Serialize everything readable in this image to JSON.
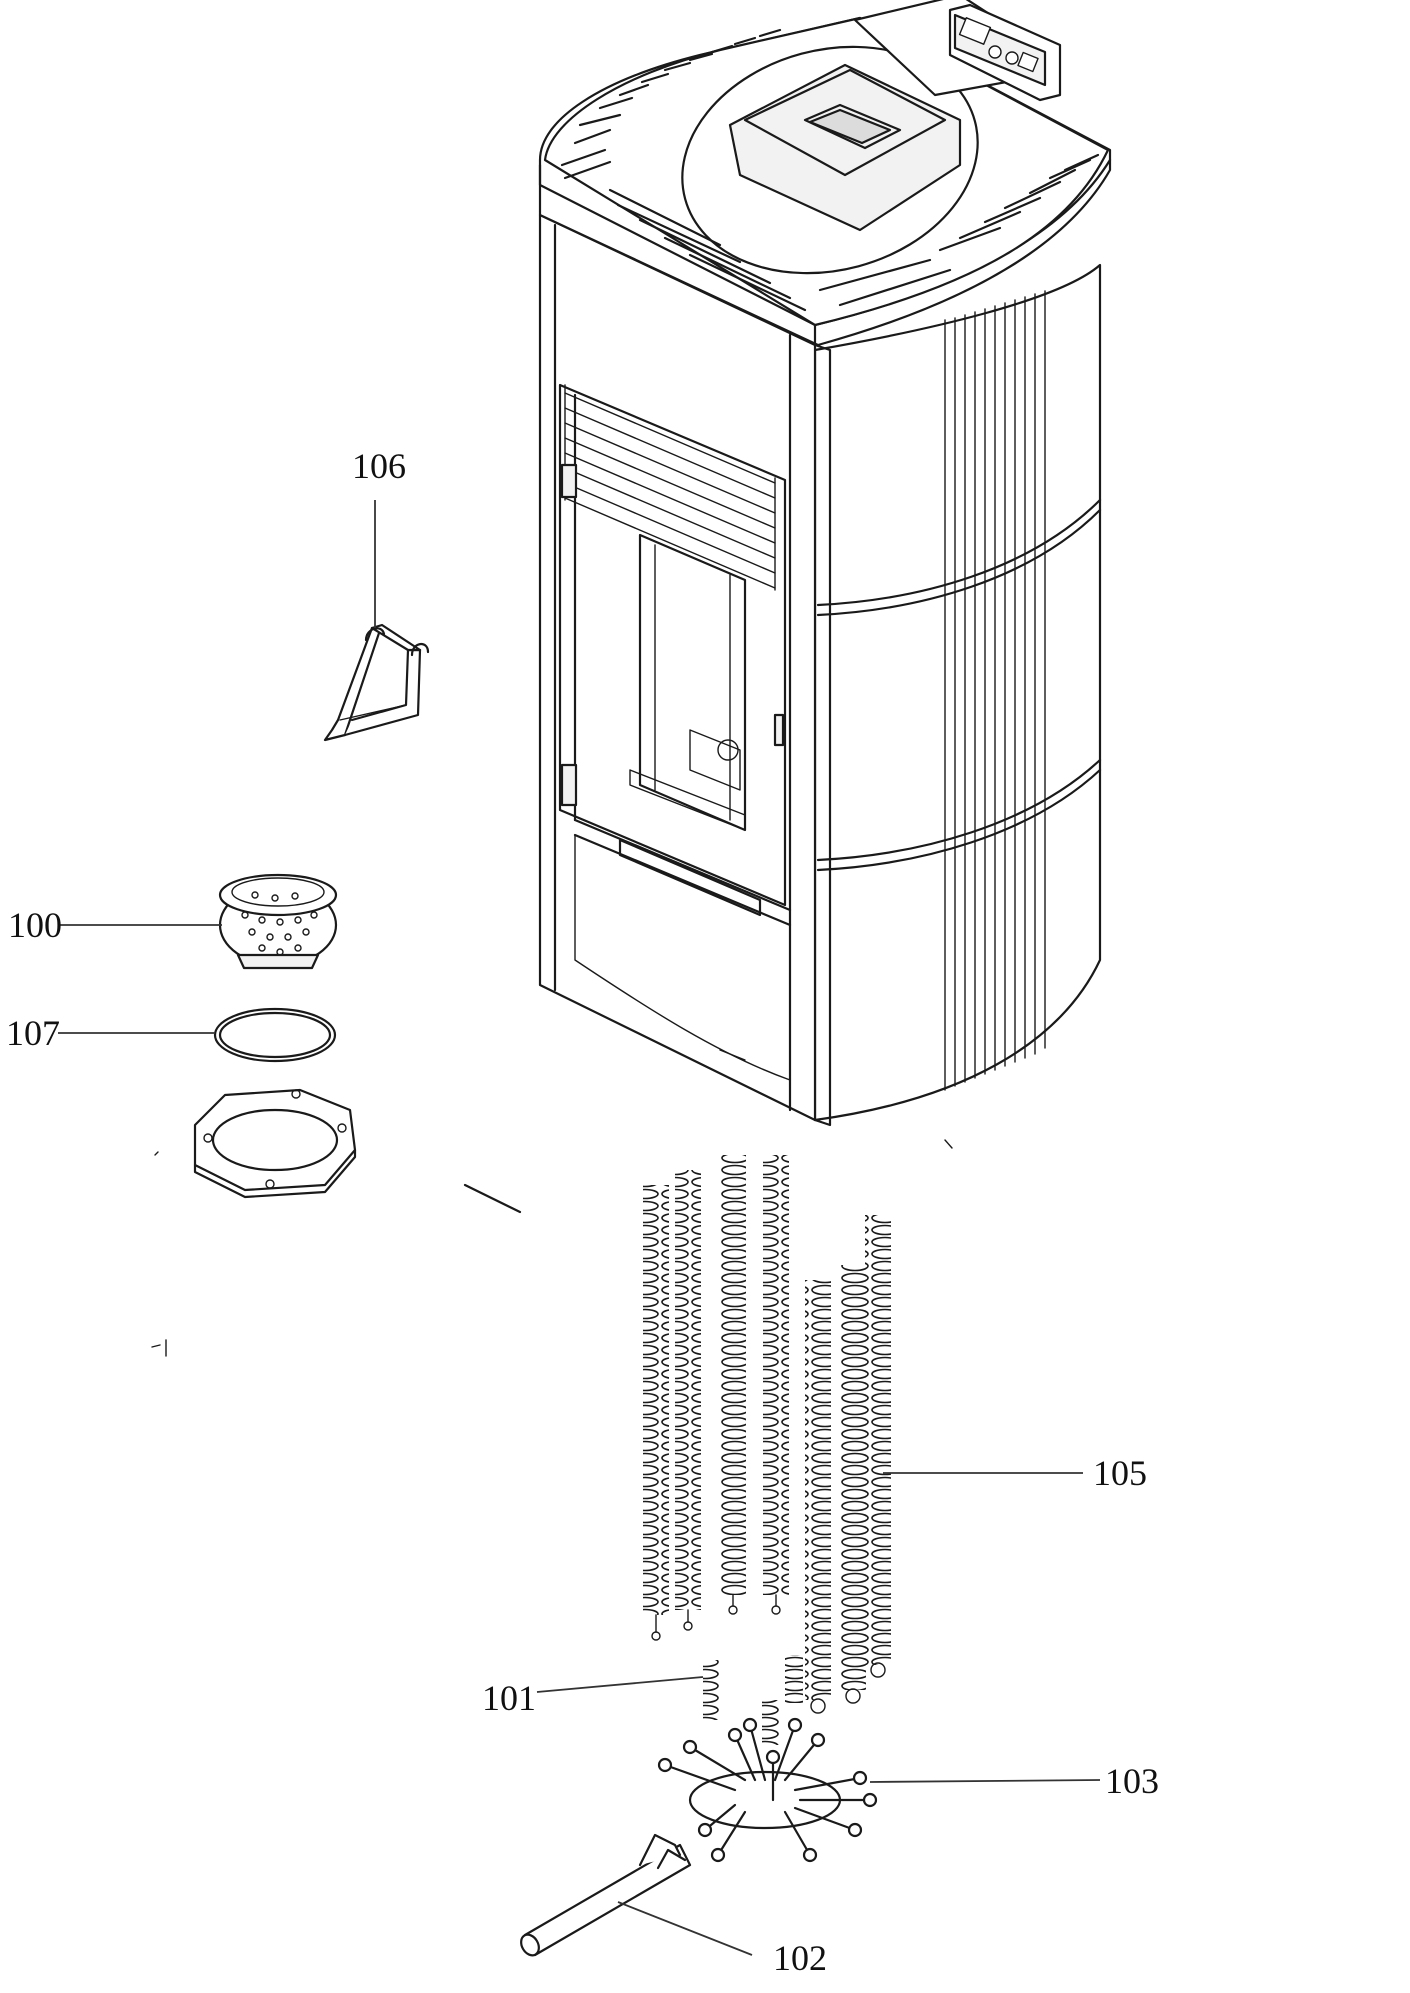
{
  "labels": {
    "l100": "100",
    "l101": "101",
    "l102": "102",
    "l103": "103",
    "l105": "105",
    "l106": "106",
    "l107": "107"
  },
  "colors": {
    "line": "#1a1a1a",
    "background": "#ffffff"
  }
}
